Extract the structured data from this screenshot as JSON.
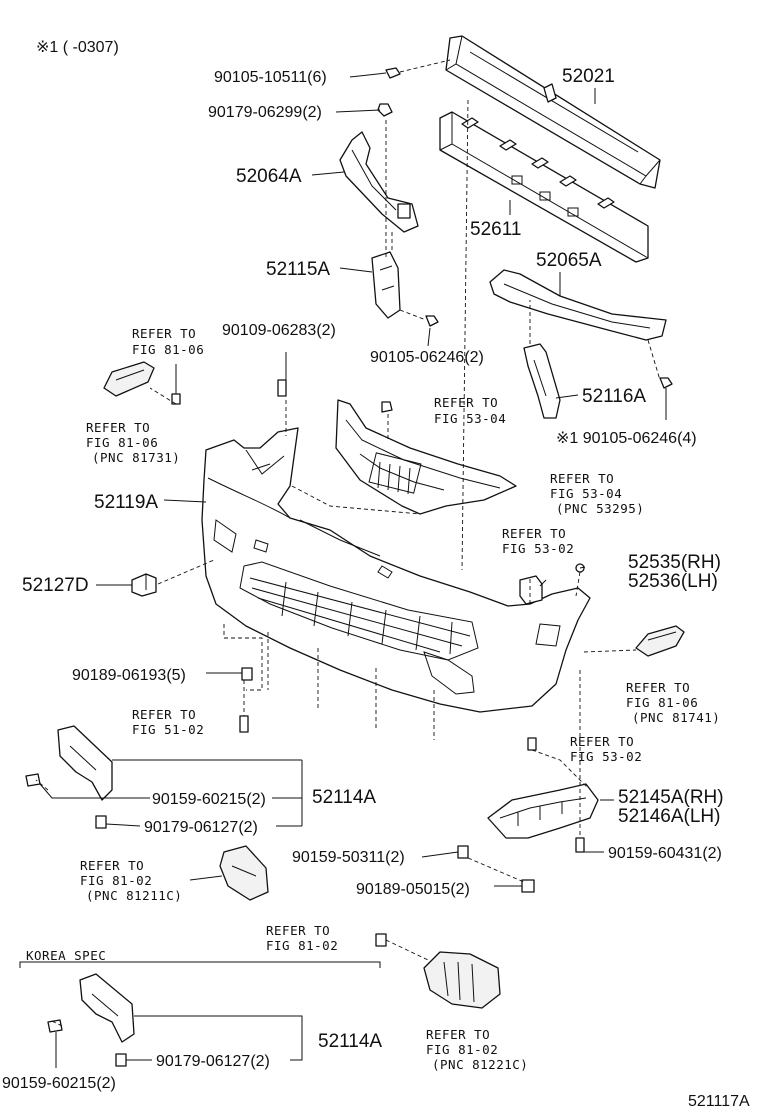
{
  "header_note": "※1 (        -0307)",
  "figure_code": "521117A",
  "callouts": {
    "p90105_10511": "90105-10511(6)",
    "p52021": "52021",
    "p90179_06299": "90179-06299(2)",
    "p52064A": "52064A",
    "p52611": "52611",
    "p52065A": "52065A",
    "p52115A": "52115A",
    "p90109_06283": "90109-06283(2)",
    "p90105_06246": "90105-06246(2)",
    "p52116A": "52116A",
    "p90105_06246_4": "※1 90105-06246(4)",
    "p52119A": "52119A",
    "p52127D": "52127D",
    "p52535": "52535(RH)",
    "p52536": "52536(LH)",
    "p90189_06193": "90189-06193(5)",
    "p90159_60215": "90159-60215(2)",
    "p52114A": "52114A",
    "p90179_06127": "90179-06127(2)",
    "p52145A": "52145A(RH)",
    "p52146A": "52146A(LH)",
    "p90159_50311": "90159-50311(2)",
    "p90159_60431": "90159-60431(2)",
    "p90189_05015": "90189-05015(2)",
    "korea_spec": "KOREA SPEC",
    "k52114A": "52114A",
    "k90179_06127": "90179-06127(2)",
    "k90159_60215": "90159-60215(2)"
  },
  "refs": {
    "r1": {
      "l1": "REFER TO",
      "l2": "FIG 81-06"
    },
    "r2": {
      "l1": "REFER TO",
      "l2": "FIG 81-06",
      "l3": "(PNC 81731)"
    },
    "r3": {
      "l1": "REFER TO",
      "l2": "FIG 53-04"
    },
    "r4": {
      "l1": "REFER TO",
      "l2": "FIG 53-04",
      "l3": "(PNC 53295)"
    },
    "r5": {
      "l1": "REFER TO",
      "l2": "FIG 53-02"
    },
    "r6": {
      "l1": "REFER TO",
      "l2": "FIG 81-06",
      "l3": "(PNC 81741)"
    },
    "r7": {
      "l1": "REFER TO",
      "l2": "FIG 51-02"
    },
    "r8": {
      "l1": "REFER TO",
      "l2": "FIG 53-02"
    },
    "r9": {
      "l1": "REFER TO",
      "l2": "FIG 81-02",
      "l3": "(PNC 81211C)"
    },
    "r10": {
      "l1": "REFER TO",
      "l2": "FIG 81-02"
    },
    "r11": {
      "l1": "REFER TO",
      "l2": "FIG 81-02",
      "l3": "(PNC 81221C)"
    }
  }
}
